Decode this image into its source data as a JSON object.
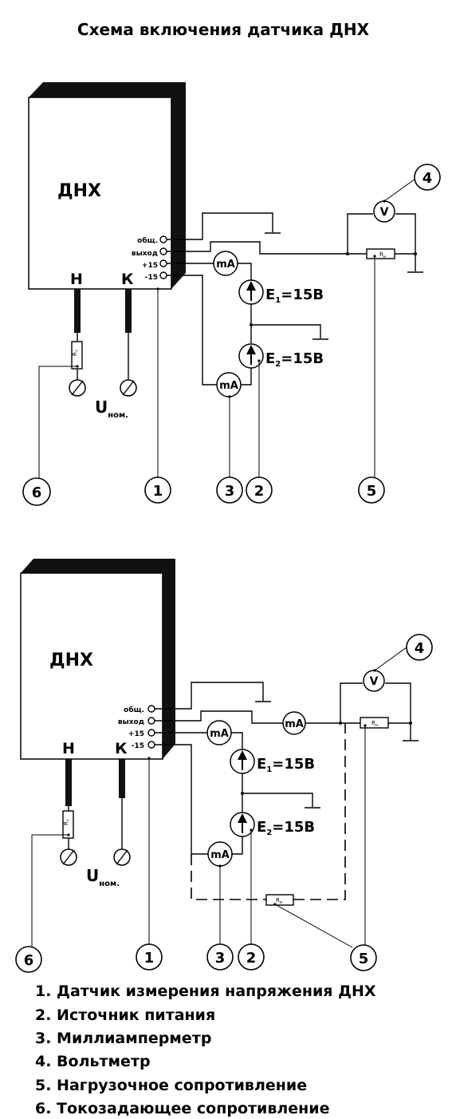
{
  "title": "Схема включения датчика ДНХ",
  "device": {
    "name": "ДНХ",
    "terminal_h": "Н",
    "terminal_k": "К",
    "term_common": "общ.",
    "term_output": "выход",
    "term_plus15": "+15",
    "term_minus15": "-15"
  },
  "meters": {
    "milliammeter": "mA",
    "voltmeter": "V"
  },
  "sources": {
    "e1_letter": "E",
    "e1_sub": "1",
    "e1_value": "=15В",
    "e2_letter": "E",
    "e2_sub": "2",
    "e2_value": "=15В"
  },
  "resistors": {
    "rt_letter": "R",
    "rt_sub": "т",
    "rn_letter": "R",
    "rn_sub": "н"
  },
  "supply": {
    "u_letter": "U",
    "u_sub": "ном."
  },
  "callouts": [
    "1",
    "2",
    "3",
    "4",
    "5",
    "6"
  ],
  "legend": [
    "1. Датчик измерения  напряжения  ДНХ",
    "2. Источник питания",
    "3. Миллиамперметр",
    "4. Вольтметр",
    "5. Нагрузочное сопротивление",
    "6. Токозадающее сопротивление"
  ]
}
